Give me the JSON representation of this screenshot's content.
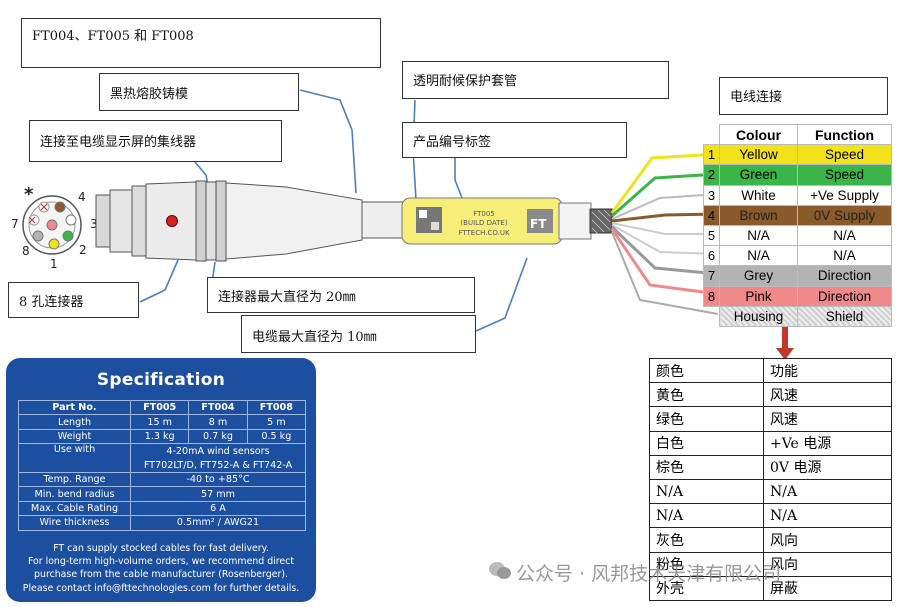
{
  "callouts": {
    "title": "FT004、FT005 和 FT008",
    "molding": "黑热熔胶铸模",
    "hub": "连接至电缆显示屏的集线器",
    "sleeve": "透明耐候保护套管",
    "label": "产品编号标签",
    "wiring": "电线连接",
    "connector8": "8 孔连接器",
    "connector_dia": "连接器最大直径为 20㎜",
    "cable_dia": "电缆最大直径为 10㎜"
  },
  "connector_pins": {
    "star": "*",
    "p1": "1",
    "p2": "2",
    "p3": "3",
    "p4": "4",
    "p7": "7",
    "p8": "8"
  },
  "product_label": {
    "line1": "FT005",
    "line2": "(BUILD DATE)",
    "line3": "FTTECH.CO.UK",
    "logo": "FT"
  },
  "wire_table": {
    "header_colour": "Colour",
    "header_function": "Function",
    "rows": [
      {
        "num": "1",
        "colour": "Yellow",
        "function": "Speed",
        "bg": "#f2e21a"
      },
      {
        "num": "2",
        "colour": "Green",
        "function": "Speed",
        "bg": "#3bb54a"
      },
      {
        "num": "3",
        "colour": "White",
        "function": "+Ve Supply",
        "bg": "#ffffff"
      },
      {
        "num": "4",
        "colour": "Brown",
        "function": "0V Supply",
        "bg": "#8a5a2b"
      },
      {
        "num": "5",
        "colour": "N/A",
        "function": "N/A",
        "bg": "#ffffff"
      },
      {
        "num": "6",
        "colour": "N/A",
        "function": "N/A",
        "bg": "#ffffff"
      },
      {
        "num": "7",
        "colour": "Grey",
        "function": "Direction",
        "bg": "#b3b3b3"
      },
      {
        "num": "8",
        "colour": "Pink",
        "function": "Direction",
        "bg": "#f08a8a"
      },
      {
        "num": "",
        "colour": "Housing",
        "function": "Shield",
        "bg": "#d6d6d6"
      }
    ]
  },
  "spec": {
    "title": "Specification",
    "header": [
      "Part No.",
      "FT005",
      "FT004",
      "FT008"
    ],
    "length": [
      "Length",
      "15 m",
      "8 m",
      "5 m"
    ],
    "weight": [
      "Weight",
      "1.3 kg",
      "0.7 kg",
      "0.5 kg"
    ],
    "use_with_label": "Use with",
    "use_with_1": "4-20mA wind sensors",
    "use_with_2": "FT702LT/D, FT752-A & FT742-A",
    "temp_label": "Temp. Range",
    "temp_value": "-40 to +85°C",
    "bend_label": "Min. bend radius",
    "bend_value": "57 mm",
    "cable_label": "Max. Cable Rating",
    "cable_value": "6 A",
    "wire_label": "Wire thickness",
    "wire_value": "0.5mm² / AWG21",
    "note1": "FT can supply stocked cables for fast delivery.",
    "note2": "For long-term high-volume orders, we recommend direct",
    "note3": "purchase from the cable manufacturer (Rosenberger).",
    "note4": "Please contact info@fttechnologies.com for further details."
  },
  "cn_table": {
    "rows": [
      [
        "颜色",
        "功能"
      ],
      [
        "黄色",
        "风速"
      ],
      [
        "绿色",
        "风速"
      ],
      [
        "白色",
        "+Ve 电源"
      ],
      [
        "棕色",
        "0V 电源"
      ],
      [
        "N/A",
        "N/A"
      ],
      [
        "N/A",
        "N/A"
      ],
      [
        "灰色",
        "风向"
      ],
      [
        "粉色",
        "风向"
      ],
      [
        "外壳",
        "屏蔽"
      ]
    ]
  },
  "watermark": "公众号 · 风邦技术天津有限公司",
  "colors": {
    "callout_line": "#4a7fc0",
    "arrow": "#c0392b",
    "spec_bg": "#1d4fa0",
    "label_yellow": "#f7ee7a"
  }
}
